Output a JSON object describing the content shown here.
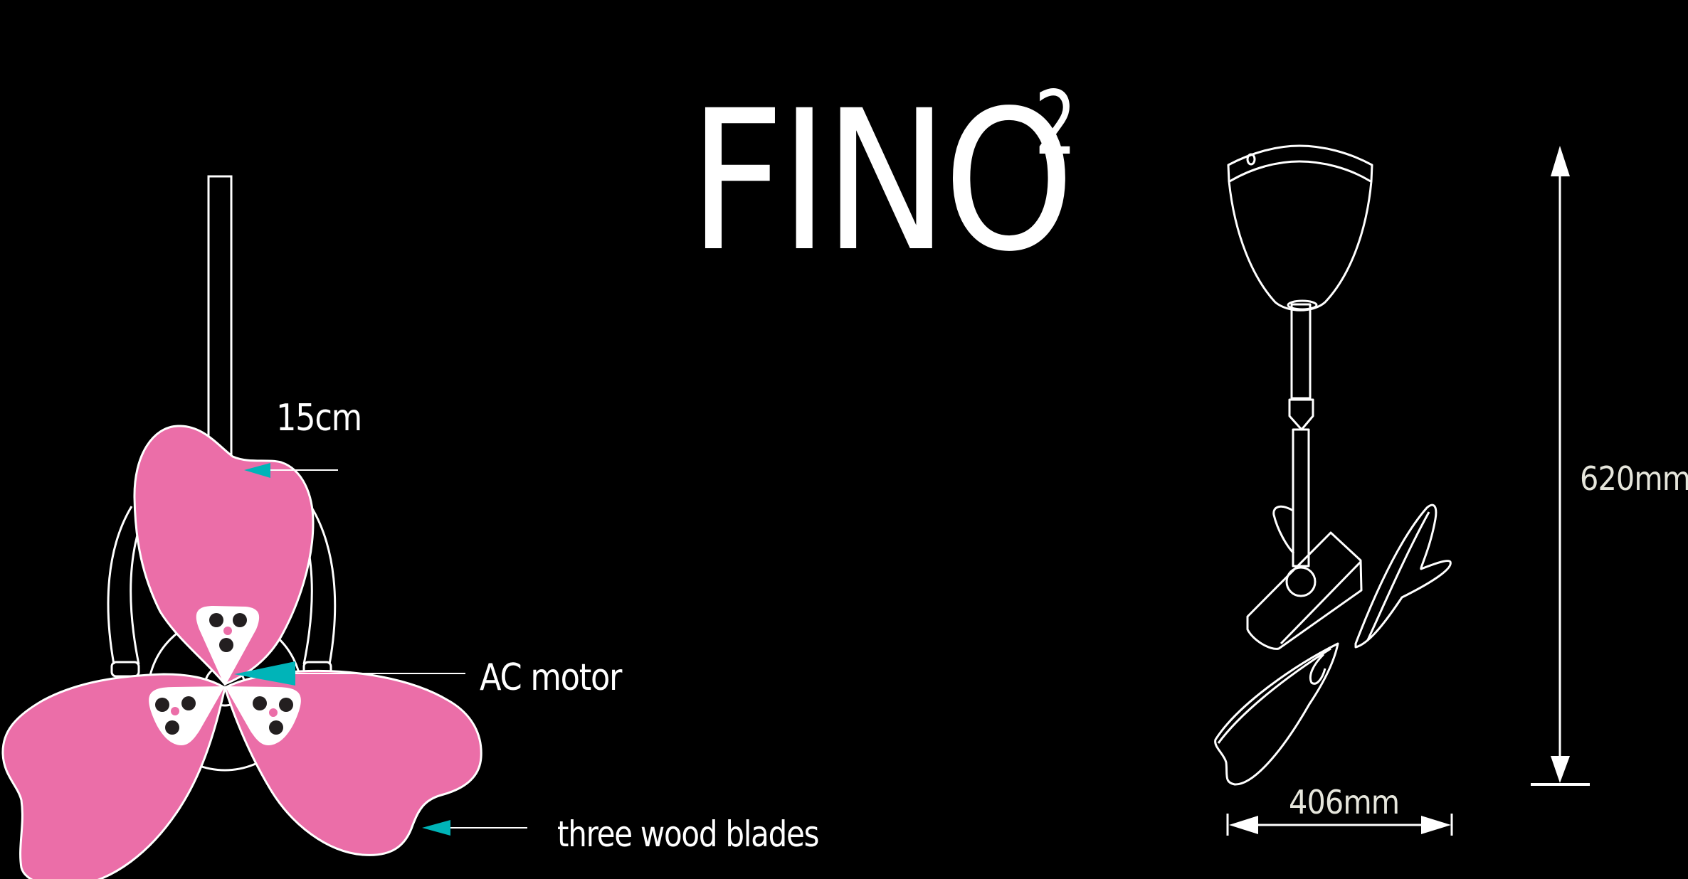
{
  "title": {
    "text": "FINO",
    "superscript": "2"
  },
  "left_diagram": {
    "description": "front view of three-blade fan",
    "labels": {
      "rod_length": "15cm",
      "motor": "AC motor",
      "blades": "three wood blades"
    },
    "blade_count": 3
  },
  "right_diagram": {
    "description": "side view of fan with dimensions",
    "dimensions": {
      "height": "620mm",
      "width": "406mm"
    }
  },
  "colors": {
    "background": "#000000",
    "blade_fill": "#eb6ea8",
    "arrow_accent": "#00b4b8",
    "line": "#ffffff",
    "dimension_text": "#e6e6dc",
    "hub_dot": "#231f20"
  }
}
